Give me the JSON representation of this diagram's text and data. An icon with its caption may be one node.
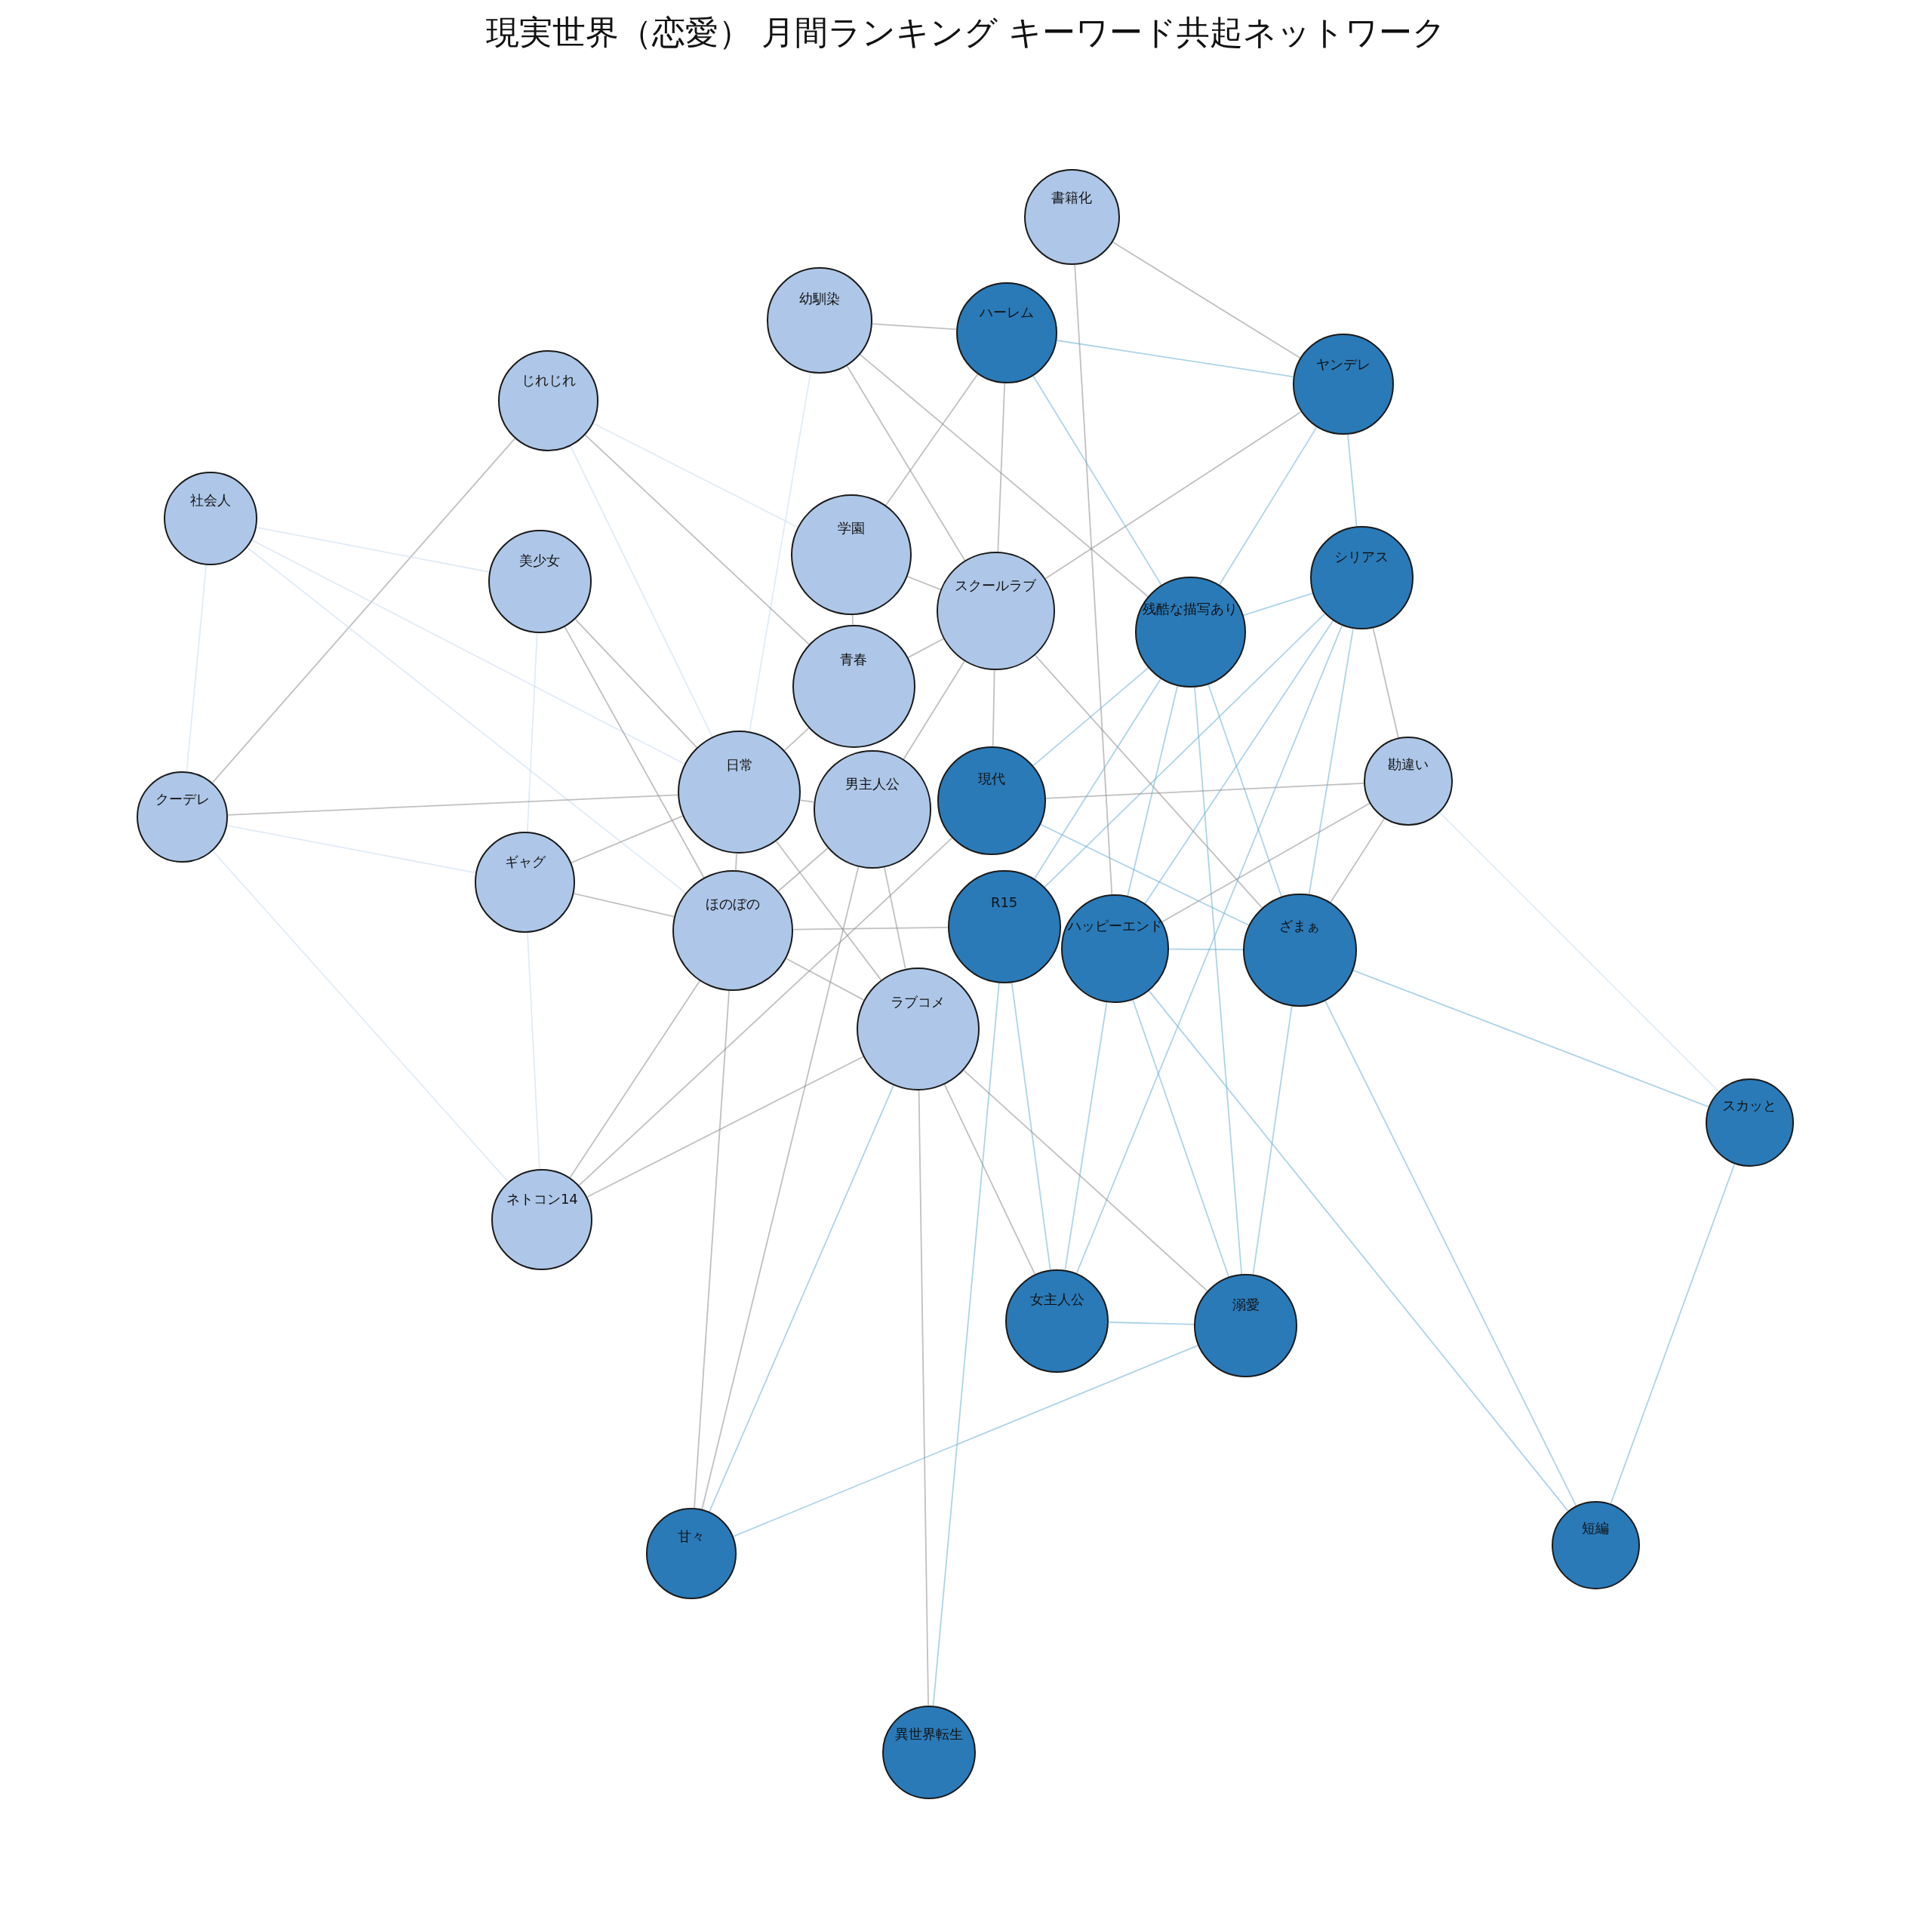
{
  "diagram": {
    "title": "現実世界（恋愛） 月間ランキング キーワード共起ネットワーク",
    "nodes": [
      {
        "text": [
          "書籍化"
        ]
      },
      {
        "text": [
          "幼馴染"
        ]
      },
      {
        "text": [
          "ハーレム"
        ]
      },
      {
        "text": [
          "じれじれ"
        ]
      },
      {
        "text": [
          "ヤンデレ"
        ]
      },
      {
        "text": [
          "社会人"
        ]
      },
      {
        "text": [
          "学園"
        ]
      },
      {
        "text": [
          "美少女"
        ]
      },
      {
        "text": [
          "シリアス"
        ]
      },
      {
        "text": [
          "スクールラブ"
        ]
      },
      {
        "text": [
          "残酷な描写あり"
        ]
      },
      {
        "text": [
          "青春"
        ]
      },
      {
        "text": [
          "勘違い"
        ]
      },
      {
        "text": [
          "クーデレ"
        ]
      },
      {
        "text": [
          "日常"
        ]
      },
      {
        "text": [
          "男主人公"
        ]
      },
      {
        "text": [
          "現代"
        ]
      },
      {
        "text": [
          "ギャグ"
        ]
      },
      {
        "text": [
          "R15"
        ]
      },
      {
        "text": [
          "ハッピーエンド"
        ]
      },
      {
        "text": [
          "ほのぼの"
        ]
      },
      {
        "text": [
          "ざまぁ"
        ]
      },
      {
        "text": [
          "ラブコメ"
        ]
      },
      {
        "text": [
          "スカッと"
        ]
      },
      {
        "text": [
          "ネトコン14"
        ]
      },
      {
        "text": [
          "女主人公"
        ]
      },
      {
        "text": [
          "溺愛"
        ]
      },
      {
        "text": [
          "甘々"
        ]
      },
      {
        "text": [
          "短編"
        ]
      },
      {
        "text": [
          "異世界転生"
        ]
      }
    ],
    "edges": [
      {
        "from": 0,
        "to": 4,
        "arrow": "none"
      },
      {
        "from": 0,
        "to": 19,
        "arrow": "none"
      },
      {
        "from": 1,
        "to": 2,
        "arrow": "none"
      },
      {
        "from": 1,
        "to": 9,
        "arrow": "none"
      },
      {
        "from": 1,
        "to": 10,
        "arrow": "none"
      },
      {
        "from": 1,
        "to": 14,
        "arrow": "none",
        "color": "#c6dbef"
      },
      {
        "from": 2,
        "to": 4,
        "arrow": "none",
        "color": "#6baed6"
      },
      {
        "from": 2,
        "to": 6,
        "arrow": "none"
      },
      {
        "from": 2,
        "to": 9,
        "arrow": "none"
      },
      {
        "from": 2,
        "to": 10,
        "arrow": "none",
        "color": "#6baed6"
      },
      {
        "from": 3,
        "to": 6,
        "arrow": "none",
        "color": "#c6dbef"
      },
      {
        "from": 3,
        "to": 11,
        "arrow": "none"
      },
      {
        "from": 3,
        "to": 14,
        "arrow": "none",
        "color": "#c6dbef"
      },
      {
        "from": 3,
        "to": 13,
        "arrow": "none"
      },
      {
        "from": 4,
        "to": 8,
        "arrow": "none",
        "color": "#6baed6"
      },
      {
        "from": 4,
        "to": 9,
        "arrow": "none"
      },
      {
        "from": 4,
        "to": 10,
        "arrow": "none",
        "color": "#6baed6"
      },
      {
        "from": 5,
        "to": 7,
        "arrow": "none",
        "color": "#c6dbef"
      },
      {
        "from": 5,
        "to": 13,
        "arrow": "none",
        "color": "#c6dbef"
      },
      {
        "from": 5,
        "to": 14,
        "arrow": "none",
        "color": "#c6dbef"
      },
      {
        "from": 5,
        "to": 20,
        "arrow": "none",
        "color": "#c6dbef"
      },
      {
        "from": 6,
        "to": 9,
        "arrow": "none"
      },
      {
        "from": 6,
        "to": 11,
        "arrow": "none"
      },
      {
        "from": 7,
        "to": 14,
        "arrow": "none"
      },
      {
        "from": 7,
        "to": 17,
        "arrow": "none",
        "color": "#c6dbef"
      },
      {
        "from": 7,
        "to": 20,
        "arrow": "none"
      },
      {
        "from": 8,
        "to": 10,
        "arrow": "none",
        "color": "#6baed6"
      },
      {
        "from": 8,
        "to": 12,
        "arrow": "none"
      },
      {
        "from": 8,
        "to": 18,
        "arrow": "none",
        "color": "#6baed6"
      },
      {
        "from": 8,
        "to": 19,
        "arrow": "none",
        "color": "#6baed6"
      },
      {
        "from": 8,
        "to": 21,
        "arrow": "none",
        "color": "#6baed6"
      },
      {
        "from": 8,
        "to": 25,
        "arrow": "none",
        "color": "#6baed6"
      },
      {
        "from": 9,
        "to": 11,
        "arrow": "none"
      },
      {
        "from": 9,
        "to": 15,
        "arrow": "none"
      },
      {
        "from": 9,
        "to": 16,
        "arrow": "none"
      },
      {
        "from": 9,
        "to": 21,
        "arrow": "none"
      },
      {
        "from": 10,
        "to": 16,
        "arrow": "none",
        "color": "#6baed6"
      },
      {
        "from": 10,
        "to": 18,
        "arrow": "none",
        "color": "#6baed6"
      },
      {
        "from": 10,
        "to": 19,
        "arrow": "none",
        "color": "#6baed6"
      },
      {
        "from": 10,
        "to": 21,
        "arrow": "none",
        "color": "#6baed6"
      },
      {
        "from": 10,
        "to": 26,
        "arrow": "none",
        "color": "#6baed6"
      },
      {
        "from": 11,
        "to": 14,
        "arrow": "none"
      },
      {
        "from": 12,
        "to": 16,
        "arrow": "none"
      },
      {
        "from": 12,
        "to": 19,
        "arrow": "none"
      },
      {
        "from": 12,
        "to": 21,
        "arrow": "none"
      },
      {
        "from": 12,
        "to": 23,
        "arrow": "none",
        "color": "#c6dbef"
      },
      {
        "from": 13,
        "to": 14,
        "arrow": "none"
      },
      {
        "from": 13,
        "to": 17,
        "arrow": "none",
        "color": "#c6dbef"
      },
      {
        "from": 13,
        "to": 24,
        "arrow": "none",
        "color": "#c6dbef"
      },
      {
        "from": 14,
        "to": 15,
        "arrow": "none"
      },
      {
        "from": 14,
        "to": 17,
        "arrow": "none"
      },
      {
        "from": 14,
        "to": 20,
        "arrow": "none"
      },
      {
        "from": 14,
        "to": 22,
        "arrow": "none"
      },
      {
        "from": 15,
        "to": 20,
        "arrow": "none"
      },
      {
        "from": 15,
        "to": 22,
        "arrow": "none"
      },
      {
        "from": 15,
        "to": 27,
        "arrow": "none"
      },
      {
        "from": 16,
        "to": 21,
        "arrow": "none",
        "color": "#6baed6"
      },
      {
        "from": 16,
        "to": 24,
        "arrow": "none"
      },
      {
        "from": 17,
        "to": 20,
        "arrow": "none"
      },
      {
        "from": 17,
        "to": 24,
        "arrow": "none",
        "color": "#c6dbef"
      },
      {
        "from": 18,
        "to": 20,
        "arrow": "none"
      },
      {
        "from": 18,
        "to": 25,
        "arrow": "none",
        "color": "#6baed6"
      },
      {
        "from": 18,
        "to": 29,
        "arrow": "none",
        "color": "#6baed6"
      },
      {
        "from": 19,
        "to": 21,
        "arrow": "none",
        "color": "#6baed6"
      },
      {
        "from": 19,
        "to": 25,
        "arrow": "none",
        "color": "#6baed6"
      },
      {
        "from": 19,
        "to": 26,
        "arrow": "none",
        "color": "#6baed6"
      },
      {
        "from": 19,
        "to": 28,
        "arrow": "none",
        "color": "#6baed6"
      },
      {
        "from": 20,
        "to": 22,
        "arrow": "none"
      },
      {
        "from": 20,
        "to": 24,
        "arrow": "none"
      },
      {
        "from": 20,
        "to": 27,
        "arrow": "none"
      },
      {
        "from": 21,
        "to": 23,
        "arrow": "none",
        "color": "#6baed6"
      },
      {
        "from": 21,
        "to": 26,
        "arrow": "none",
        "color": "#6baed6"
      },
      {
        "from": 21,
        "to": 28,
        "arrow": "none",
        "color": "#6baed6"
      },
      {
        "from": 22,
        "to": 24,
        "arrow": "none"
      },
      {
        "from": 22,
        "to": 25,
        "arrow": "none"
      },
      {
        "from": 22,
        "to": 26,
        "arrow": "none"
      },
      {
        "from": 22,
        "to": 27,
        "arrow": "none",
        "color": "#6baed6"
      },
      {
        "from": 22,
        "to": 29,
        "arrow": "none"
      },
      {
        "from": 23,
        "to": 28,
        "arrow": "none",
        "color": "#6baed6"
      },
      {
        "from": 25,
        "to": 26,
        "arrow": "none",
        "color": "#6baed6"
      },
      {
        "from": 26,
        "to": 27,
        "arrow": "none",
        "color": "#6baed6"
      }
    ]
  }
}
